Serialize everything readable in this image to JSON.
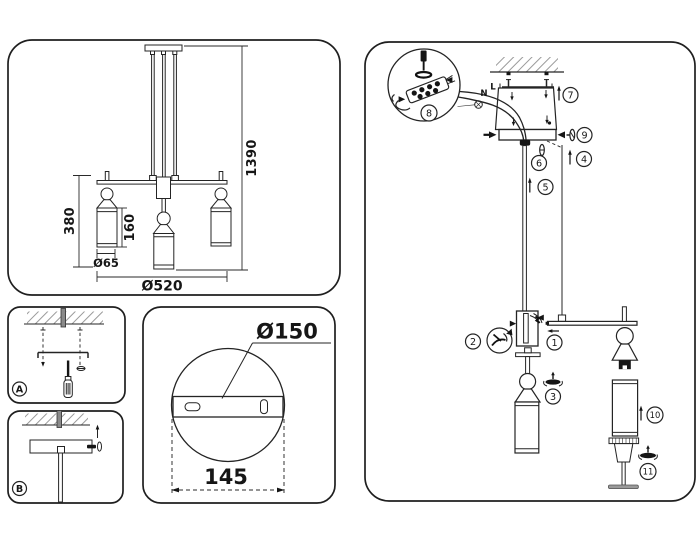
{
  "front_view": {
    "total_height": "1390",
    "arm_drop_height": "380",
    "shade_height": "160",
    "shade_diameter": "Ø65",
    "fixture_width": "Ø520"
  },
  "canopy_view": {
    "canopy_diameter": "Ø150",
    "mount_plate_width": "145"
  },
  "mount_steps": {
    "step_a": "A",
    "step_b": "B"
  },
  "assembly": {
    "wire_neutral": "N",
    "wire_live": "L",
    "steps": [
      "1",
      "2",
      "3",
      "4",
      "5",
      "6",
      "7",
      "8",
      "9",
      "10",
      "11"
    ]
  },
  "colors": {
    "line": "#232323",
    "hatch": "#9a9a9a",
    "background": "#ffffff"
  }
}
